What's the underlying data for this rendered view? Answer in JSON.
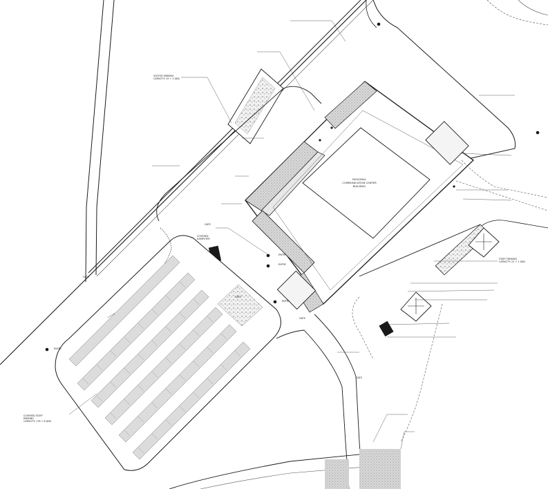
{
  "building": {
    "line1": "REGIONAL",
    "line2": "COMMUNICATION CENTER",
    "line3": "BUILDING"
  },
  "labels": {
    "visitor_parking": "VISITOR PARKING\nCAPACITY: 15 + 2 ADA",
    "staff_parking": "STAFF PARKING\nCAPACITY: 22 + 1 ADA",
    "covered_staff_parking": "COVERED STAFF\nPARKING\nCAPACITY: 176 + 6 ADA",
    "gate_1": "GATE",
    "gate_2": "GATE",
    "gate_3": "GATE",
    "gate_4": "GATE",
    "entry_1": "ENTRY",
    "entry_2": "ENTRY",
    "entry_3": "ENTRY",
    "entry_4": "ENTRY",
    "covered_dumpster": "COVERED\nDUMPSTER",
    "gate_small": "GATE"
  },
  "colors": {
    "line": "#1a1a1a",
    "thin": "#555555",
    "hatch": "#9a9a9a",
    "fill_gray": "#cfcfcf",
    "fill_light": "#ececec",
    "paper": "#ffffff"
  }
}
